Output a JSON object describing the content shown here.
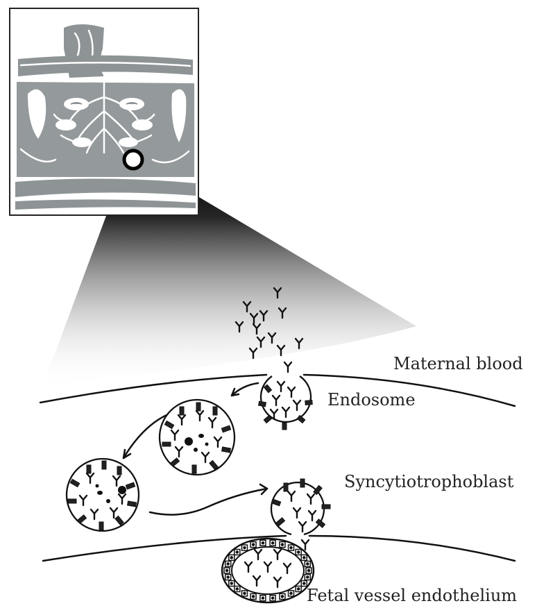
{
  "labels": {
    "maternal_blood": "Maternal blood",
    "endosome": "Endosome",
    "syncytiotrophoblast": "Syncytiotrophoblast",
    "fetal_vessel_endothelium": "Fetal vessel endothelium"
  },
  "colors": {
    "ink": "#111111",
    "placenta_gray": "#8e9496",
    "background": "#ffffff"
  }
}
